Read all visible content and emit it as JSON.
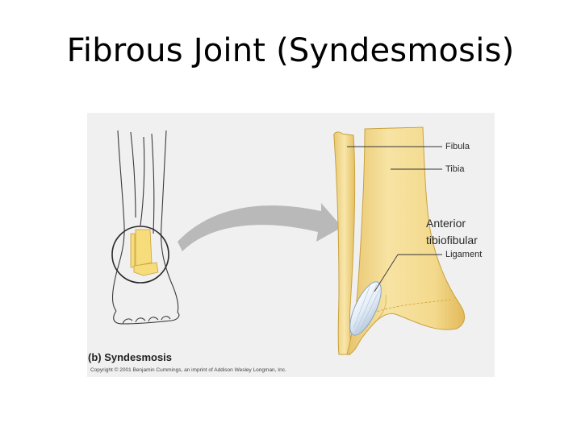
{
  "slide": {
    "title": "Fibrous Joint (Syndesmosis)"
  },
  "figure": {
    "labels": {
      "fibula": "Fibula",
      "tibia": "Tibia",
      "ligament_line1": "Anterior",
      "ligament_line2": "tibiofibular",
      "ligament_line3": "Ligament"
    },
    "caption": "(b) Syndesmosis",
    "copyright": "Copyright © 2001 Benjamin Cummings, an imprint of Addison Wesley Longman, Inc."
  },
  "colors": {
    "bone": "#f3d98c",
    "bone_shade": "#e2b95a",
    "ligament": "#dfe9f4",
    "arrow": "#b9b9b9",
    "panel": "#f0f0f0"
  }
}
